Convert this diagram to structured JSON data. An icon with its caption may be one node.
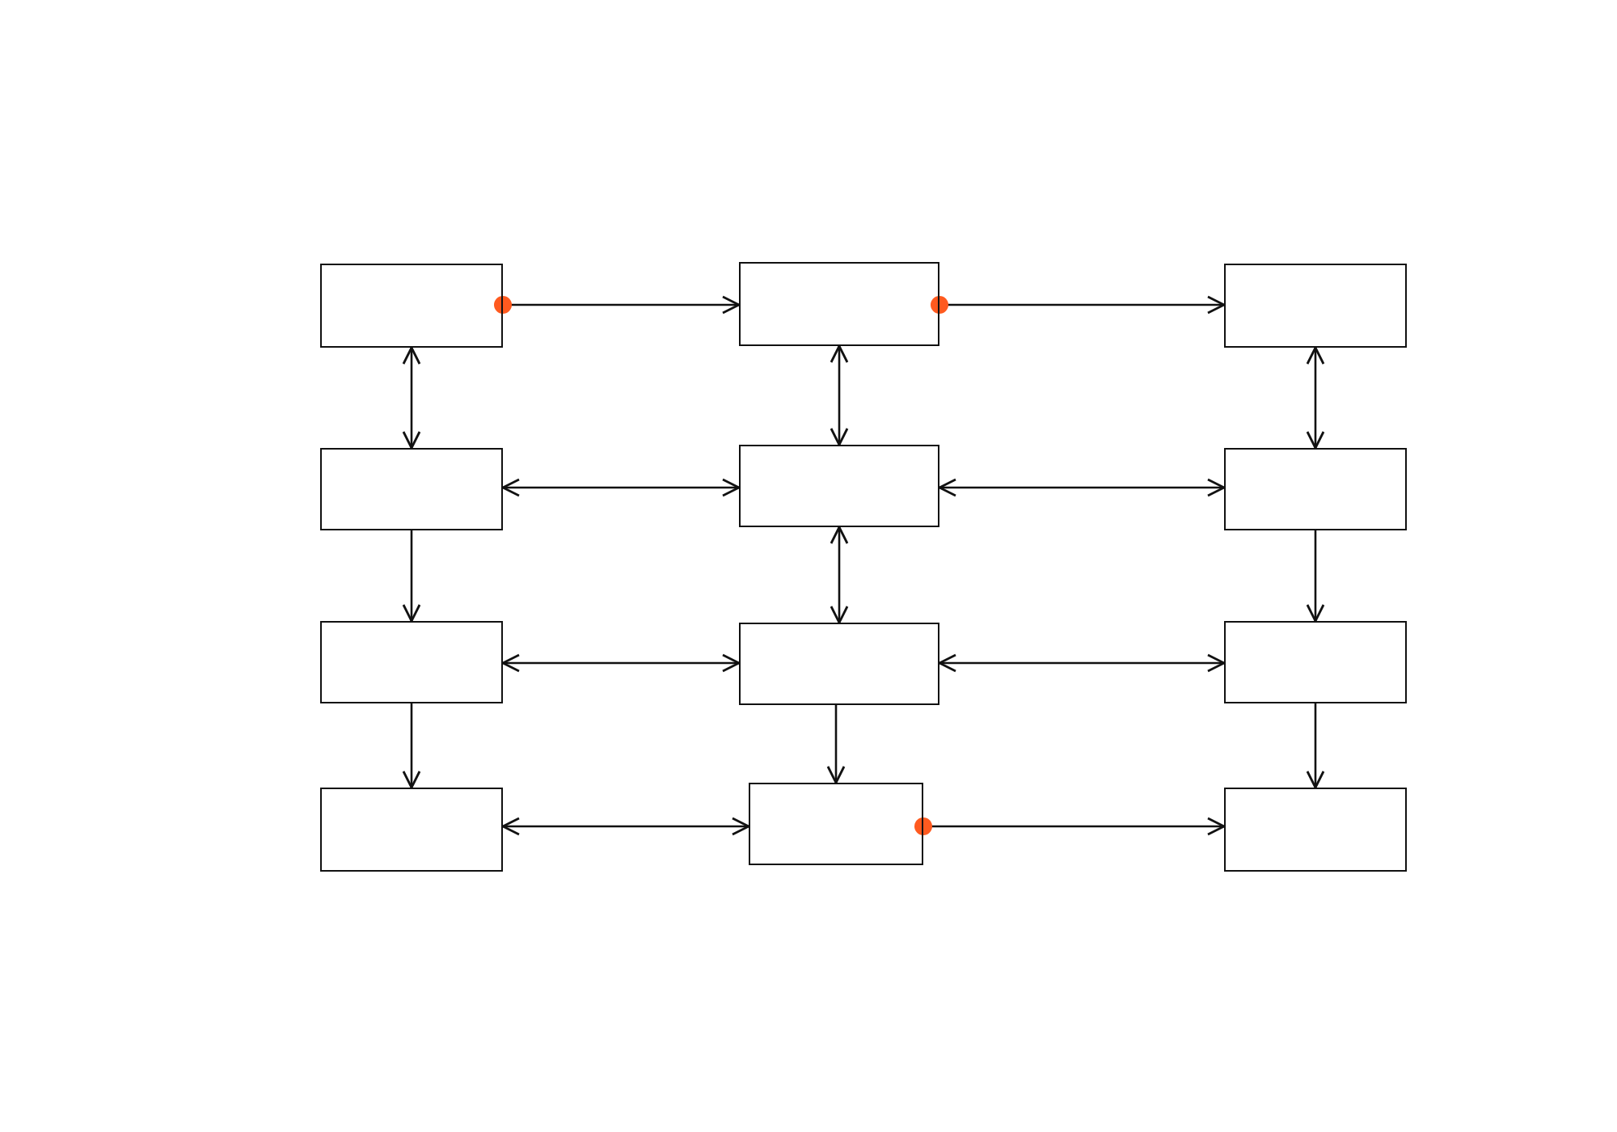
{
  "diagram": {
    "nodes": [
      {
        "text": [],
        "shape": "box"
      },
      {
        "text": [],
        "shape": "box"
      },
      {
        "text": [],
        "shape": "box"
      },
      {
        "text": [],
        "shape": "box"
      },
      {
        "text": [],
        "shape": "box"
      },
      {
        "text": [],
        "shape": "box"
      },
      {
        "text": [],
        "shape": "box"
      },
      {
        "text": [],
        "shape": "box"
      },
      {
        "text": [],
        "shape": "box"
      },
      {
        "text": [],
        "shape": "box"
      },
      {
        "text": [],
        "shape": "box"
      },
      {
        "text": [],
        "shape": "box"
      }
    ],
    "edges": [
      {
        "from": 0,
        "to": 1,
        "arrow": "to"
      },
      {
        "from": 1,
        "to": 2,
        "arrow": "to"
      },
      {
        "from": 0,
        "to": 3,
        "arrow": "both"
      },
      {
        "from": 1,
        "to": 4,
        "arrow": "both"
      },
      {
        "from": 2,
        "to": 5,
        "arrow": "both"
      },
      {
        "from": 3,
        "to": 4,
        "arrow": "both"
      },
      {
        "from": 4,
        "to": 5,
        "arrow": "both"
      },
      {
        "from": 3,
        "to": 6,
        "arrow": "to"
      },
      {
        "from": 4,
        "to": 7,
        "arrow": "both"
      },
      {
        "from": 5,
        "to": 8,
        "arrow": "to"
      },
      {
        "from": 6,
        "to": 7,
        "arrow": "both"
      },
      {
        "from": 7,
        "to": 8,
        "arrow": "both"
      },
      {
        "from": 6,
        "to": 9,
        "arrow": "to"
      },
      {
        "from": 7,
        "to": 10,
        "arrow": "to"
      },
      {
        "from": 8,
        "to": 11,
        "arrow": "to"
      },
      {
        "from": 9,
        "to": 10,
        "arrow": "both"
      },
      {
        "from": 10,
        "to": 11,
        "arrow": "to"
      }
    ]
  }
}
